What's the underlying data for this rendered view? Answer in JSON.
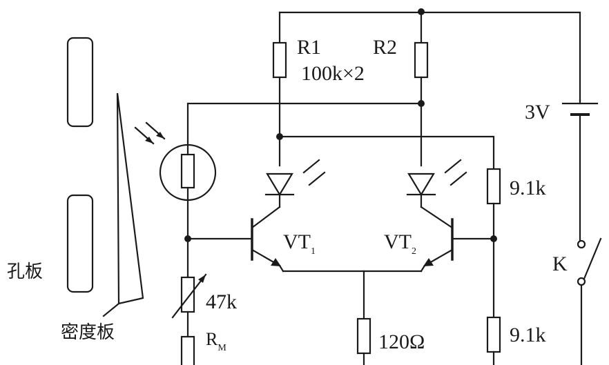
{
  "labels": {
    "r1": "R1",
    "r2": "R2",
    "r1r2_value": "100k×2",
    "battery": "3V",
    "r_left_lower": "9.1k",
    "r_right_bottom": "9.1k",
    "vt1": "VT",
    "vt1_sub": "1",
    "vt2": "VT",
    "vt2_sub": "2",
    "pot": "47k",
    "rm": "R",
    "rm_sub": "M",
    "r_emitter": "120Ω",
    "switch": "K",
    "orifice_plate": "孔板",
    "density_plate": "密度板"
  }
}
